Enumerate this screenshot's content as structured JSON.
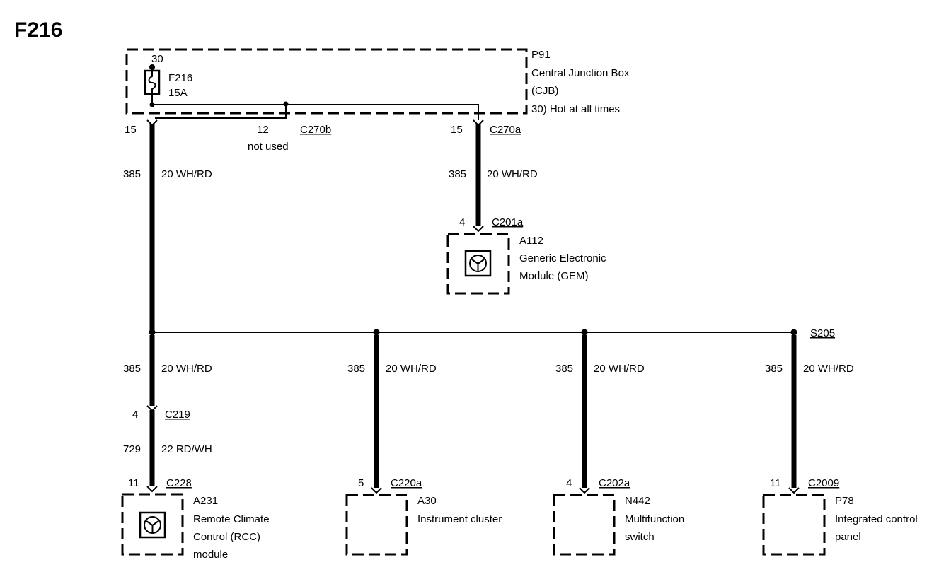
{
  "title": "F216",
  "cjb": {
    "pin": "30",
    "fuse_name": "F216",
    "fuse_rating": "15A",
    "id": "P91",
    "line1": "Central Junction Box",
    "line2": "(CJB)",
    "line3": "30)  Hot at all times"
  },
  "connectors": {
    "c270b_pin_left": "15",
    "c270b_pin_right": "12",
    "c270b_name": "C270b",
    "not_used": "not used",
    "c270a_pin": "15",
    "c270a_name": "C270a"
  },
  "wires": {
    "main_circuit": "385",
    "main_color": "20 WH/RD",
    "gem_circuit": "385",
    "gem_color": "20 WH/RD",
    "b1_circuit": "385",
    "b1_color": "20 WH/RD",
    "b1_lower_circuit": "729",
    "b1_lower_color": "22 RD/WH",
    "b2_circuit": "385",
    "b2_color": "20 WH/RD",
    "b3_circuit": "385",
    "b3_color": "20 WH/RD",
    "b4_circuit": "385",
    "b4_color": "20 WH/RD"
  },
  "splice": "S205",
  "gem": {
    "pin": "4",
    "connector": "C201a",
    "id": "A112",
    "line1": "Generic Electronic",
    "line2": "Module (GEM)"
  },
  "rcc": {
    "c219_pin": "4",
    "c219_name": "C219",
    "pin": "11",
    "connector": "C228",
    "id": "A231",
    "line1": "Remote Climate",
    "line2": "Control (RCC)",
    "line3": "module"
  },
  "cluster": {
    "pin": "5",
    "connector": "C220a",
    "id": "A30",
    "line1": "Instrument cluster"
  },
  "switch": {
    "pin": "4",
    "connector": "C202a",
    "id": "N442",
    "line1": "Multifunction",
    "line2": "switch"
  },
  "icp": {
    "pin": "11",
    "connector": "C2009",
    "id": "P78",
    "line1": "Integrated control",
    "line2": "panel"
  }
}
